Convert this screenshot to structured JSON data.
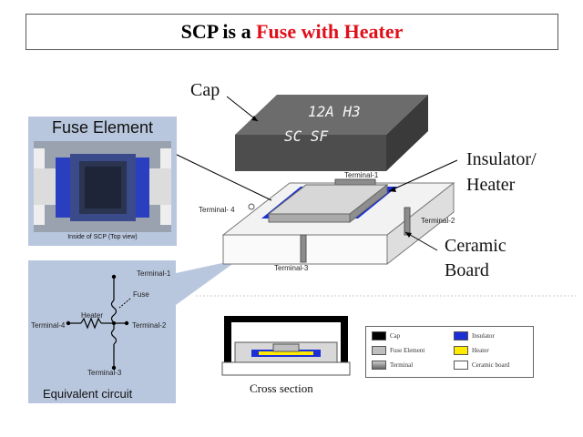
{
  "title": {
    "prefix": "SCP is a ",
    "accent": "Fuse with Heater"
  },
  "labels": {
    "cap": "Cap",
    "insulator_line1": "Insulator/",
    "insulator_line2": "Heater",
    "ceramic_line1": "Ceramic",
    "ceramic_line2": "Board"
  },
  "cap_marking": {
    "line1": "12A  H3",
    "line2": "SC  SF"
  },
  "terminals": {
    "t1": "Terminal-1",
    "t2": "Terminal-2",
    "t3": "Terminal-3",
    "t4": "Terminal- 4"
  },
  "fuse_element": {
    "title": "Fuse Element",
    "caption": "Inside of SCP (Top view)"
  },
  "circuit": {
    "t1": "Terminal-1",
    "t2": "Terminal-2",
    "t3": "Terminal-3",
    "t4": "Terminal-4",
    "fuse": "Fuse",
    "heater": "Heater",
    "caption": "Equivalent circuit"
  },
  "cross_section": {
    "caption": "Cross section"
  },
  "legend": [
    {
      "label": "Cap",
      "color": "#000000"
    },
    {
      "label": "Insulator",
      "color": "#1a2fd6"
    },
    {
      "label": "Fuse Element",
      "color": "#bfbfbf"
    },
    {
      "label": "Heater",
      "color": "#ffea00"
    },
    {
      "label": "Terminal",
      "color": "#8c8c8c"
    },
    {
      "label": "Ceramic board",
      "color": "#ffffff"
    }
  ],
  "colors": {
    "accent": "#e0101a",
    "panel": "#b9c7de",
    "cap": "#5c5c5c",
    "insulator": "#1a2fd6",
    "heater": "#ffea00"
  }
}
